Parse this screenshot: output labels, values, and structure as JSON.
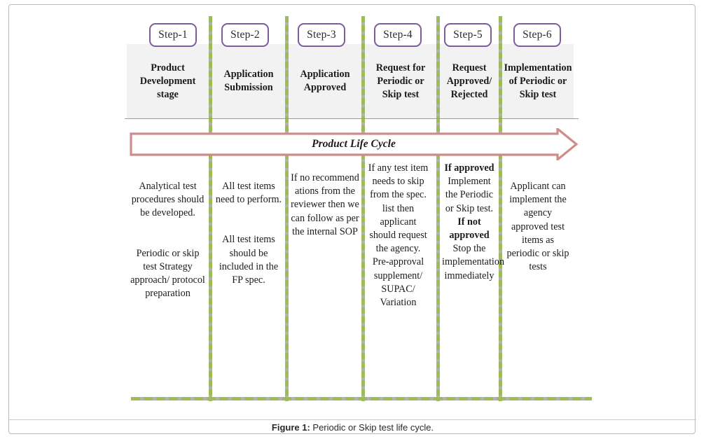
{
  "figure": {
    "title_arrow_label": "Product Life Cycle",
    "caption_label": "Figure 1:",
    "caption_text": " Periodic or Skip test life cycle.",
    "colors": {
      "step_border_purple": "#7d5ba0",
      "header_band_grey": "#f2f2f2",
      "header_rule_grey": "#9a9a9a",
      "dash_green": "#9ebb59",
      "dash_grey": "#b2b2b2",
      "arrow_pink": "#d08b8b",
      "card_border": "#b9b9b9",
      "text": "#1b1b1b"
    },
    "steps": [
      {
        "pill": "Step-1",
        "heading": "Product Development stage",
        "paragraphs": [
          "Analytical test procedures should be developed.",
          "Periodic or skip test Strategy approach/ protocol preparation"
        ]
      },
      {
        "pill": "Step-2",
        "heading": "Application Submission",
        "paragraphs": [
          "All test items need to perform.",
          "All test items should be included in the FP spec."
        ]
      },
      {
        "pill": "Step-3",
        "heading": "Application Approved",
        "paragraphs": [
          "If no recommend ations from the reviewer then we can follow as per the internal SOP"
        ]
      },
      {
        "pill": "Step-4",
        "heading": "Request for Periodic or Skip test",
        "paragraphs": [
          "If any test item needs to skip from the spec. list then applicant should request the agency. Pre-approval supplement/ SUPAC/ Variation"
        ]
      },
      {
        "pill": "Step-5",
        "heading": "Request Approved/ Rejected",
        "paragraphs_rich": [
          [
            {
              "text": "If approved",
              "bold": true
            },
            {
              "text": " Implement the Periodic or Skip test. ",
              "bold": false
            },
            {
              "text": "If not approved",
              "bold": true
            },
            {
              "text": " Stop the implementation immediately",
              "bold": false
            }
          ]
        ]
      },
      {
        "pill": "Step-6",
        "heading": "Implementation of Periodic or Skip test",
        "paragraphs": [
          "Applicant can implement the agency approved test items as periodic or skip tests"
        ]
      }
    ]
  }
}
